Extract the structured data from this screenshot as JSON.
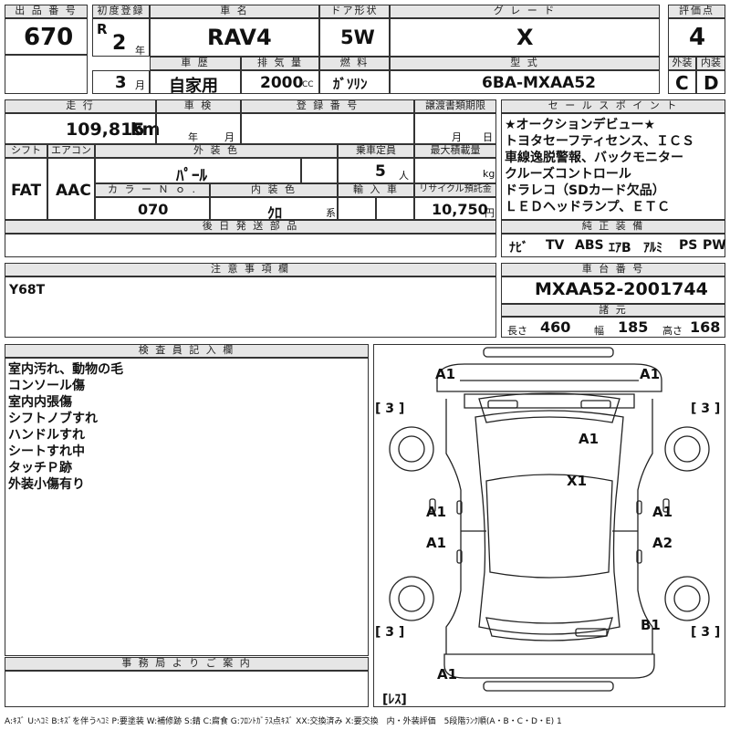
{
  "headers": {
    "lot_no": "出 品 番 号",
    "first_reg": "初度登録",
    "car_name": "車 名",
    "door": "ドア形状",
    "grade": "グ レ ー ド",
    "score": "評価点",
    "history": "車 歴",
    "displacement": "排 気 量",
    "fuel": "燃 料",
    "model_type": "型 式",
    "exterior": "外装",
    "interior": "内装",
    "mileage": "走 行",
    "inspection": "車 検",
    "reg_no": "登 録 番 号",
    "transfer_doc": "譲渡書類期限",
    "sales_point": "セ ー ル ス ポ イ ン ト",
    "shift": "シフト",
    "aircon": "エアコン",
    "ext_color": "外 装 色",
    "capacity": "乗車定員",
    "max_load": "最大積載量",
    "color_no": "カ ラ ー Ｎ ｏ .",
    "int_color": "内 装 色",
    "import": "輸 入 車",
    "recycle": "リサイクル預託金",
    "later_parts": "後 日 発 送 部 品",
    "genuine": "純 正 装 備",
    "notes": "注 意 事 項 欄",
    "chassis_no": "車 台 番 号",
    "specs": "諸 元",
    "inspector": "検 査 員 記 入 欄",
    "office": "事 務 局 よ り ご 案 内"
  },
  "vehicle": {
    "lot_no": "670",
    "era": "R",
    "year": "2",
    "month": "3",
    "year_unit": "年",
    "month_unit": "月",
    "name": "RAV4",
    "door": "5W",
    "grade": "X",
    "score": "4",
    "history": "自家用",
    "displacement": "2000",
    "cc_unit": "CC",
    "fuel": "ｶﾞｿﾘﾝ",
    "model_type": "6BA-MXAA52",
    "exterior_grade": "C",
    "interior_grade": "D",
    "mileage": "109,815",
    "km_unit": "km",
    "inspection_year_unit": "年",
    "inspection_month_unit": "月",
    "transfer_month_unit": "月",
    "transfer_day_unit": "日",
    "shift": "FAT",
    "aircon": "AAC",
    "ext_color": "ﾊﾟｰﾙ",
    "capacity": "5",
    "capacity_unit": "人",
    "kg_unit": "kg",
    "color_no": "070",
    "int_color": "ｸﾛ",
    "int_color_suffix": "系",
    "recycle": "10,750",
    "yen_unit": "円",
    "notes": "Y68T",
    "chassis_no": "MXAA52-2001744",
    "len_label": "長さ",
    "length": "460",
    "width_label": "幅",
    "width": "185",
    "height_label": "高さ",
    "height": "168"
  },
  "sales_points": [
    "★オークションデビュー★",
    "トヨタセーフティセンス、ＩＣＳ",
    "車線逸脱警報、バックモニター",
    "クルーズコントロール",
    "ドラレコ（SDカード欠品）",
    "ＬＥＤヘッドランプ、ＥＴＣ"
  ],
  "equipment": [
    "ﾅﾋﾞ",
    "TV",
    "ABS",
    "ｴｱB",
    "ｱﾙﾐ",
    "PS",
    "PW"
  ],
  "inspector_notes": [
    "室内汚れ、動物の毛",
    "コンソール傷",
    "室内内張傷",
    "シフトノブすれ",
    "ハンドルすれ",
    "シートすれ中",
    "タッチＰ跡",
    "外装小傷有り"
  ],
  "damage": {
    "front_left": "A1",
    "front_right": "A1",
    "hood": "A1",
    "roof": "X1",
    "left_front_door": "A1",
    "right_front_door": "A1",
    "left_rear_door": "A1",
    "right_rear_door": "A2",
    "rear_right": "B1",
    "rear_left": "A1",
    "tire_fl": "[ 3 ]",
    "tire_fr": "[ 3 ]",
    "tire_rl": "[ 3 ]",
    "tire_rr": "[ 3 ]",
    "spare": "[ﾚｽ]"
  },
  "legend": "A:ｷｽﾞ U:ﾍｺﾐ B:ｷｽﾞを伴うﾍｺﾐ P:要塗装 W:補修跡 S:錆 C:腐食 G:ﾌﾛﾝﾄｶﾞﾗｽ点ｷｽﾞ XX:交換済み X:要交換　内・外装評価　5段階ﾗﾝｸ順(A・B・C・D・E) 1"
}
